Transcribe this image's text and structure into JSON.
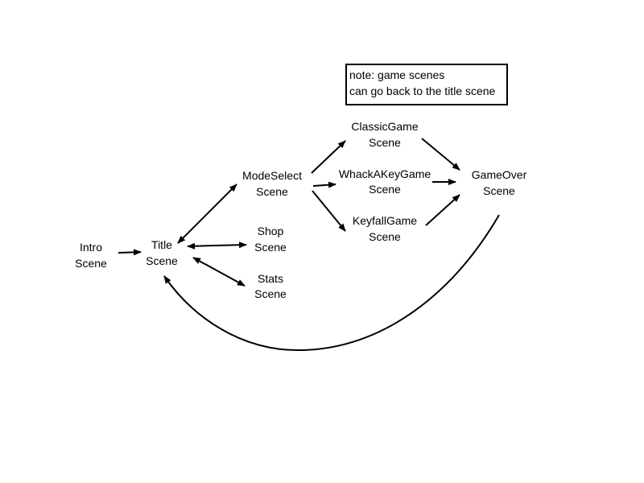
{
  "note": {
    "line1": "note: game scenes",
    "line2": "can go back to the title scene"
  },
  "nodes": {
    "intro": {
      "line1": "Intro",
      "line2": "Scene"
    },
    "title": {
      "line1": "Title",
      "line2": "Scene"
    },
    "mode_select": {
      "line1": "ModeSelect",
      "line2": "Scene"
    },
    "shop": {
      "line1": "Shop",
      "line2": "Scene"
    },
    "stats": {
      "line1": "Stats",
      "line2": "Scene"
    },
    "classic_game": {
      "line1": "ClassicGame",
      "line2": "Scene"
    },
    "whack_a_key_game": {
      "line1": "WhackAKeyGame",
      "line2": "Scene"
    },
    "keyfall_game": {
      "line1": "KeyfallGame",
      "line2": "Scene"
    },
    "game_over": {
      "line1": "GameOver",
      "line2": "Scene"
    }
  },
  "edges": [
    {
      "from": "Intro Scene",
      "to": "Title Scene",
      "direction": "forward"
    },
    {
      "from": "Title Scene",
      "to": "ModeSelect Scene",
      "direction": "both"
    },
    {
      "from": "Title Scene",
      "to": "Shop Scene",
      "direction": "both"
    },
    {
      "from": "Title Scene",
      "to": "Stats Scene",
      "direction": "both"
    },
    {
      "from": "ModeSelect Scene",
      "to": "ClassicGame Scene",
      "direction": "forward"
    },
    {
      "from": "ModeSelect Scene",
      "to": "WhackAKeyGame Scene",
      "direction": "forward"
    },
    {
      "from": "ModeSelect Scene",
      "to": "KeyfallGame Scene",
      "direction": "forward"
    },
    {
      "from": "ClassicGame Scene",
      "to": "GameOver Scene",
      "direction": "forward"
    },
    {
      "from": "WhackAKeyGame Scene",
      "to": "GameOver Scene",
      "direction": "forward"
    },
    {
      "from": "KeyfallGame Scene",
      "to": "GameOver Scene",
      "direction": "forward"
    },
    {
      "from": "GameOver Scene",
      "to": "Title Scene",
      "direction": "forward"
    }
  ]
}
